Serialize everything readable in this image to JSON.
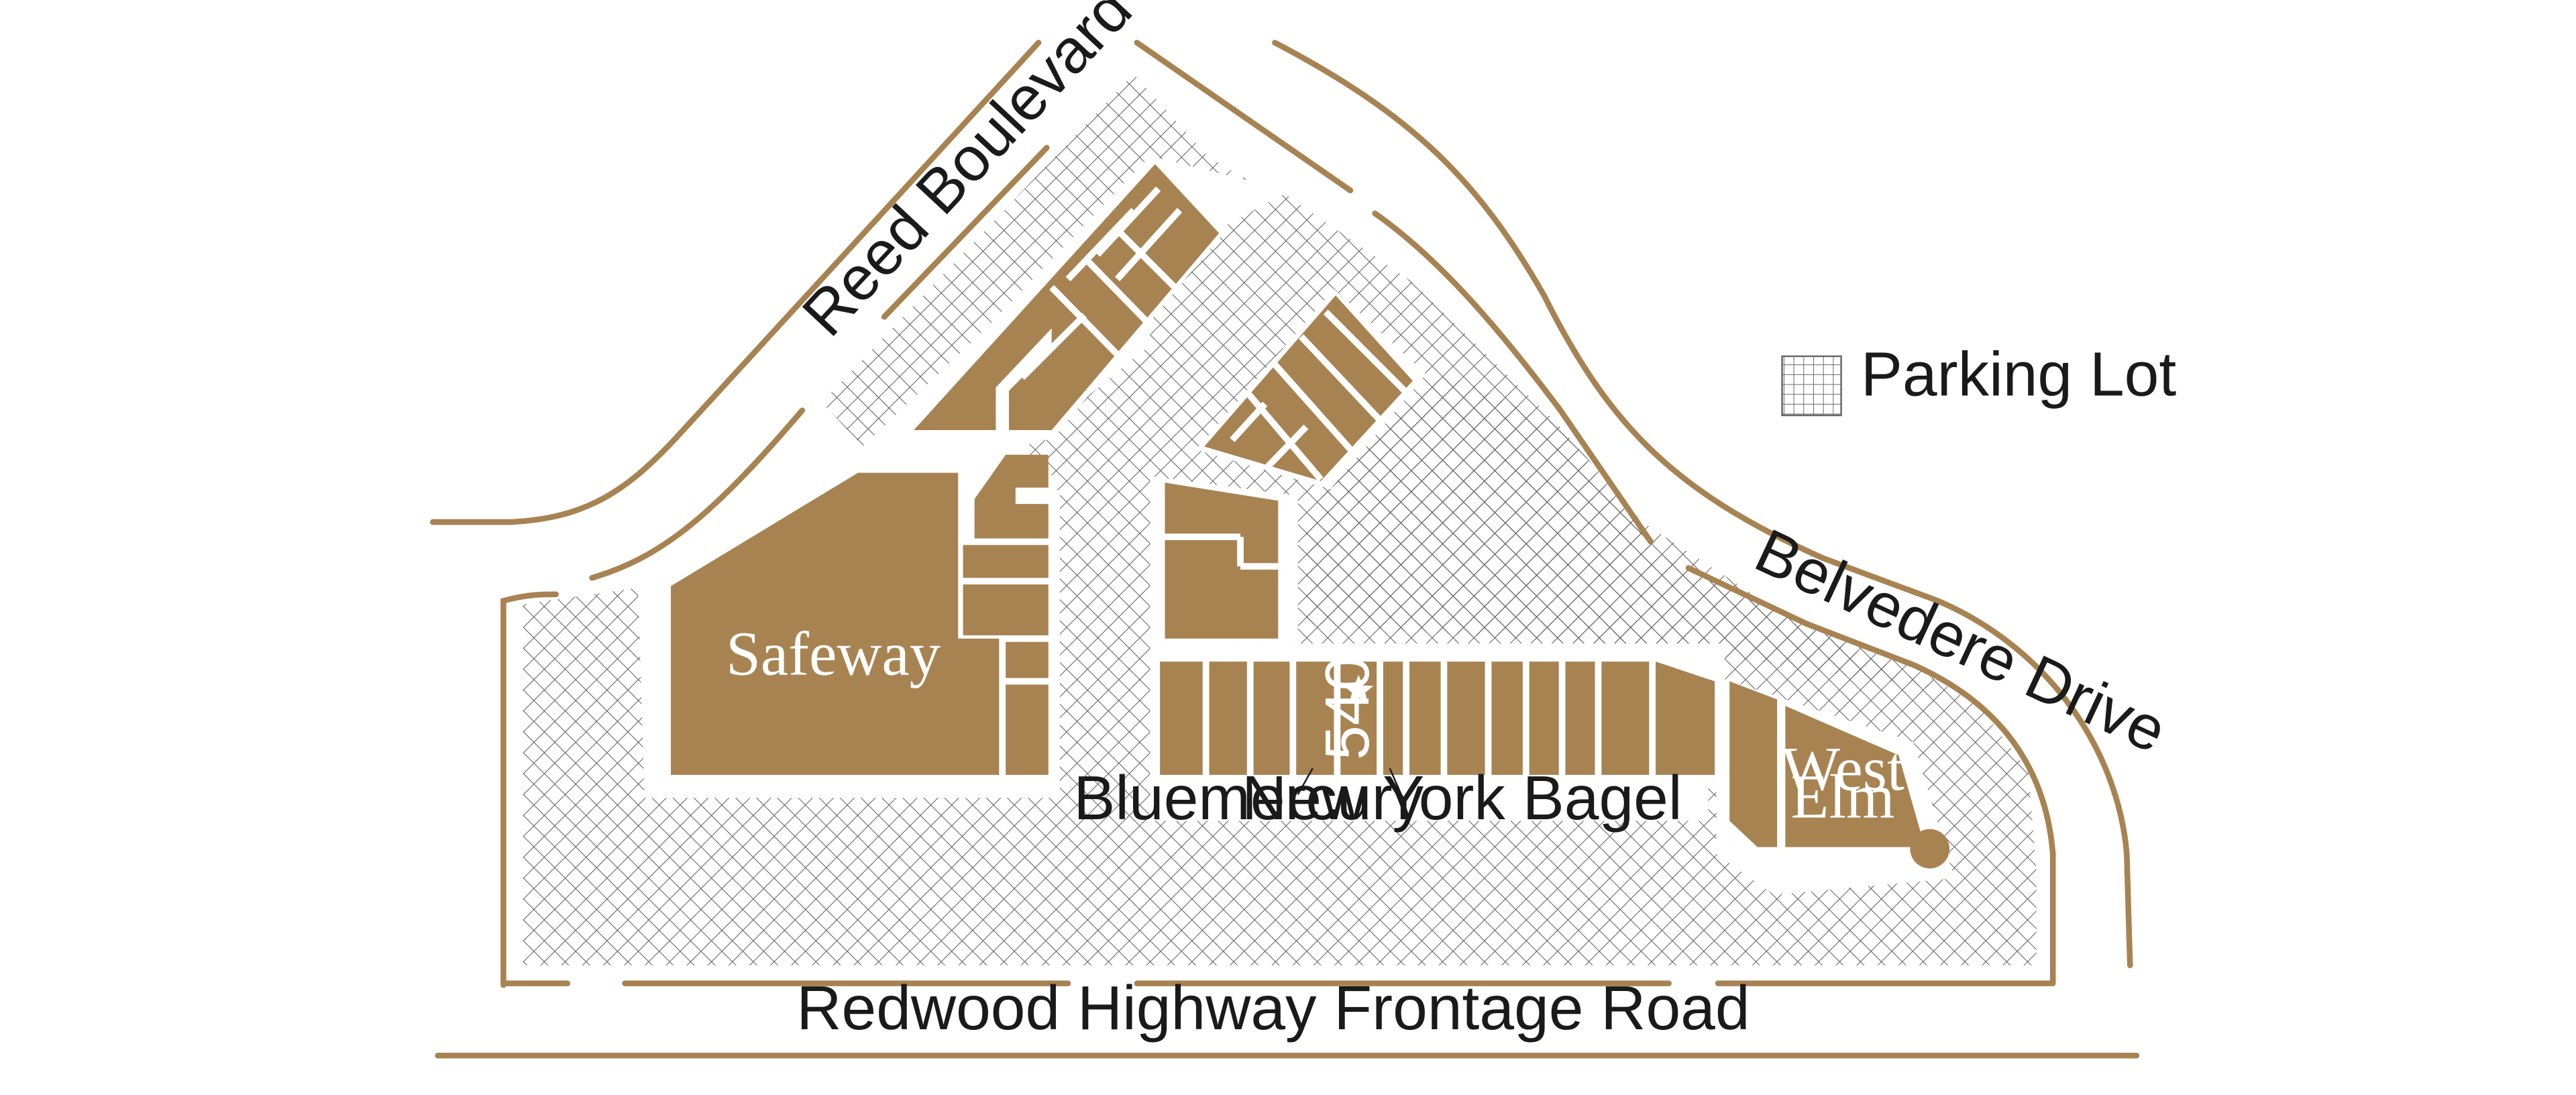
{
  "colors": {
    "building": "#a88352",
    "road": "#a88352",
    "parking_hatch": "#555555",
    "background": "#ffffff",
    "label_text": "#1a1a1a",
    "inner_text": "#ffffff"
  },
  "legend": {
    "parking_lot_label": "Parking Lot"
  },
  "roads": {
    "reed_boulevard": "Reed Boulevard",
    "belvedere_drive": "Belvedere Drive",
    "redwood_frontage": "Redwood Highway Frontage Road"
  },
  "stores": {
    "safeway": "Safeway",
    "west_elm_line1": "West",
    "west_elm_line2": "Elm",
    "bluemercury": "Bluemercury",
    "new_york_bagel": "New York Bagel"
  },
  "highlight": {
    "unit_number": "540",
    "marker_icon": "star-icon"
  }
}
